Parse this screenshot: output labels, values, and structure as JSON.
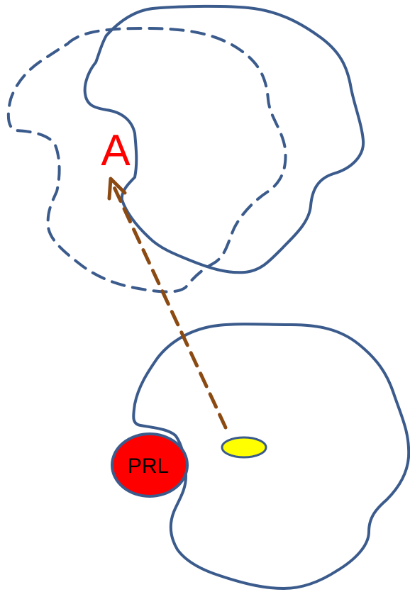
{
  "diagram": {
    "label_a": "A",
    "label_prl": "PRL",
    "colors": {
      "outline": "#3B5B8C",
      "arrow": "#8B4A12",
      "label_a": "#FF0000",
      "prl_fill": "#FF0000",
      "fixation_fill": "#FFFF00"
    },
    "icons": {
      "arrow": "dashed-arrow",
      "fixation": "yellow-ellipse",
      "prl": "red-ellipse"
    }
  }
}
